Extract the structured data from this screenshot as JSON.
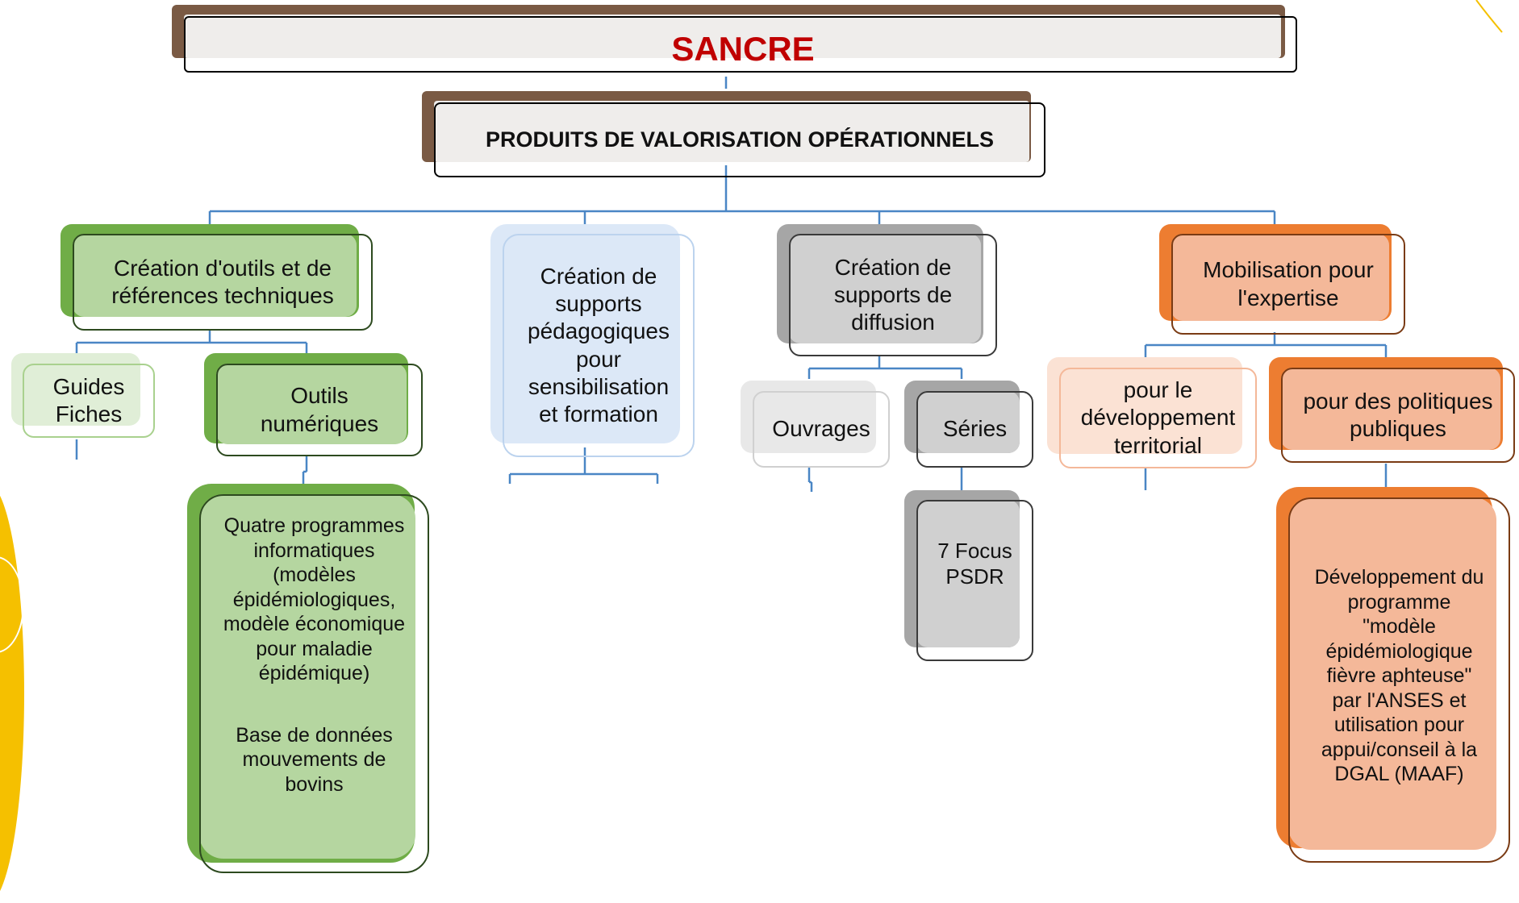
{
  "title": "SANCRE",
  "subtitle": "PRODUITS DE VALORISATION OPÉRATIONNELS",
  "branches": {
    "tools": {
      "label": "Création d'outils et de\nréférences techniques",
      "guides": "Guides\nFiches",
      "numeric": "Outils\nnumériques",
      "programs": "Quatre programmes\ninformatiques\n(modèles\népidémiologiques,\nmodèle économique\npour  maladie\népidémique)",
      "database": "Base de données\nmouvements de\nbovins"
    },
    "teaching": {
      "label": "Création de\nsupports\npédagogiques\npour\nsensibilisation\net formation"
    },
    "diffusion": {
      "label": "Création de\nsupports de\ndiffusion",
      "books": "Ouvrages",
      "series": "Séries",
      "focus": "7 Focus\nPSDR"
    },
    "expertise": {
      "label": "Mobilisation pour\nl'expertise",
      "territorial": "pour le\ndéveloppement\nterritorial",
      "policies": "pour des politiques\npubliques",
      "program": "Développement du\nprogramme\n\"modèle\népidémiologique\nfièvre aphteuse\"\npar l'ANSES et\nutilisation pour\nappui/conseil à la\nDGAL (MAAF)"
    }
  },
  "colors": {
    "title_red": "#c00000",
    "header_brown": "#7a5a44",
    "green_dark": "#70ad47",
    "green_light": "#b5d6a0",
    "blue_light": "#dce8f7",
    "grey_dark": "#a6a6a6",
    "grey_light": "#d0d0d0",
    "orange_dark": "#ed7d31",
    "orange_light": "#f4b899",
    "connector": "#4a86c5",
    "accent_yellow": "#f5c000"
  }
}
